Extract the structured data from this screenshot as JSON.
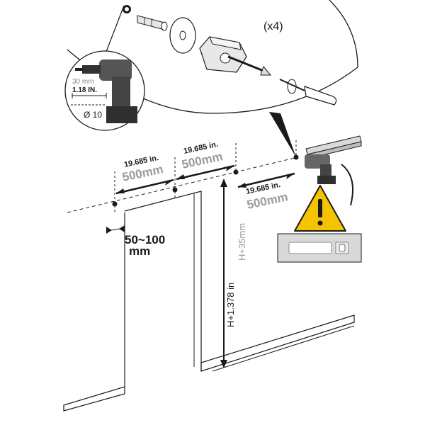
{
  "quantity_label": "(x4)",
  "drill_detail": {
    "depth_mm": "30 mm",
    "depth_in": "1.18 IN.",
    "diameter": "Ø 10"
  },
  "dimensions": {
    "spacing_1_in": "19.685 in.",
    "spacing_1_mm": "500mm",
    "spacing_2_in": "19.685 in.",
    "spacing_2_mm": "500mm",
    "spacing_3_in": "19.685 in.",
    "spacing_3_mm": "500mm",
    "offset_range": "50~100",
    "offset_unit": "mm",
    "height_in": "H+1.378 in",
    "height_mm": "H+35mm"
  },
  "colors": {
    "line": "#1a1a1a",
    "gray_text": "#9a9a9a",
    "warning_yellow": "#f5c400",
    "panel_gray": "#d9d9d9"
  },
  "icons": [
    "wall-plug-icon",
    "washer-icon",
    "bracket-block-icon",
    "screw-icon",
    "screwdriver-icon",
    "drill-icon",
    "warning-icon",
    "spirit-level-icon",
    "rail-bracket-icon"
  ]
}
